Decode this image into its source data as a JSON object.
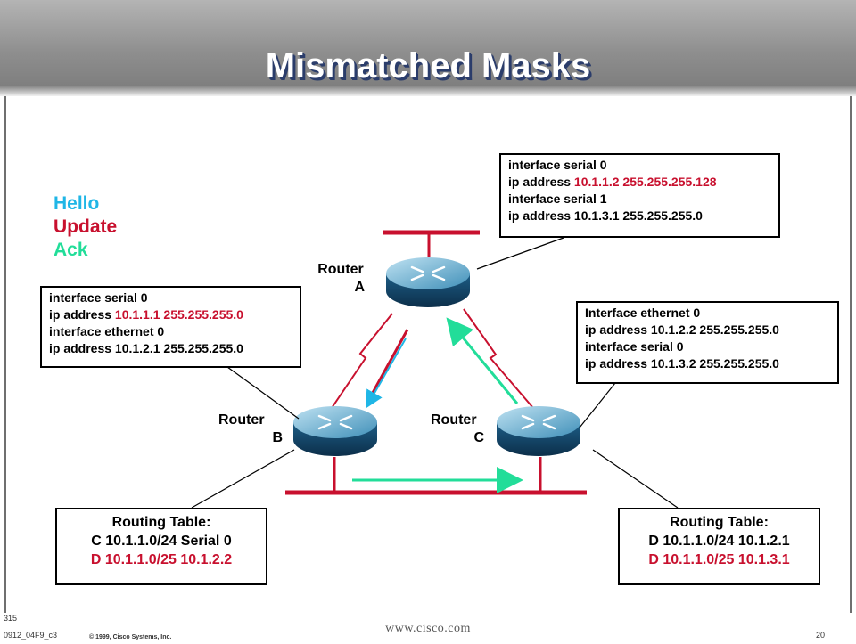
{
  "slide": {
    "title": "Mismatched Masks"
  },
  "legend": {
    "hello": "Hello",
    "hello_color": "#1fb6e6",
    "update": "Update",
    "update_color": "#c8102e",
    "ack": "Ack",
    "ack_color": "#22dd99"
  },
  "routers": {
    "a": {
      "word": "Router",
      "letter": "A"
    },
    "b": {
      "word": "Router",
      "letter": "B"
    },
    "c": {
      "word": "Router",
      "letter": "C"
    }
  },
  "config_a": {
    "line1": "interface  serial 0",
    "line2_prefix": "ip address ",
    "line2_highlight": "10.1.1.2 255.255.255.128",
    "line3": "interface  serial 1",
    "line4": "ip address 10.1.3.1 255.255.255.0"
  },
  "config_b": {
    "line1": "interface  serial 0",
    "line2_prefix": "ip address ",
    "line2_highlight": "10.1.1.1 255.255.255.0",
    "line3": "interface ethernet 0",
    "line4": "ip address 10.1.2.1 255.255.255.0"
  },
  "config_c": {
    "line1": "Interface  ethernet 0",
    "line2": "ip address 10.1.2.2 255.255.255.0",
    "line3": "interface  serial 0",
    "line4": "ip address 10.1.3.2 255.255.255.0"
  },
  "routing_b": {
    "title": "Routing Table:",
    "row1": "C 10.1.1.0/24  Serial 0",
    "row2": "D 10.1.1.0/25  10.1.2.2"
  },
  "routing_c": {
    "title": "Routing Table:",
    "row1": "D 10.1.1.0/24  10.1.2.1",
    "row2": "D 10.1.1.0/25  10.1.3.1"
  },
  "footer": {
    "course_num": "315",
    "course_code": "0912_04F9_c3",
    "copyright": "© 1999, Cisco Systems, Inc.",
    "url": "www.cisco.com",
    "page": "20"
  }
}
